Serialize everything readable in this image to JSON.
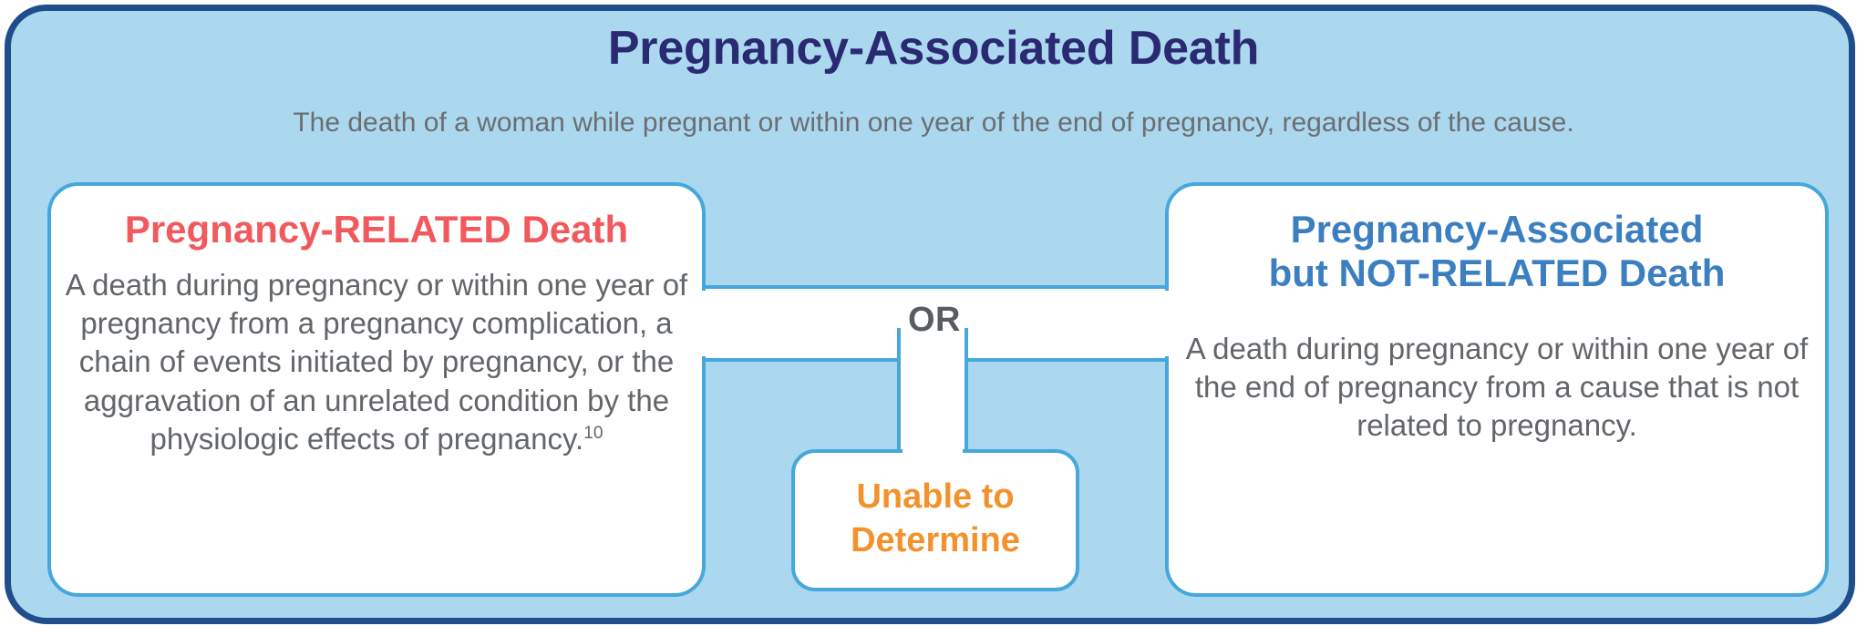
{
  "diagram": {
    "title": "Pregnancy-Associated Death",
    "subtitle": "The death of a woman while pregnant or within one year of the end of pregnancy, regardless of the cause.",
    "connector_label": "OR",
    "colors": {
      "frame_border": "#1F4E8C",
      "frame_fill": "#ACD8EF",
      "panel_border": "#45A7DC",
      "panel_fill": "#FFFFFF",
      "title_text": "#2A2A72",
      "subtitle_text": "#6A6E73",
      "body_text": "#62666B",
      "related_heading": "#F1595C",
      "not_related_heading": "#3C7FC1",
      "unable_heading": "#F3922B",
      "or_text": "#595D62"
    },
    "branches": {
      "left": {
        "heading": "Pregnancy-RELATED Death",
        "body": "A death during pregnancy or within one year of pregnancy from a pregnancy complication, a chain of events initiated by pregnancy, or the aggravation of an unrelated condition by the physiologic effects of pregnancy.",
        "footnote_marker": "10"
      },
      "center": {
        "heading_line_1": "Unable to",
        "heading_line_2": "Determine"
      },
      "right": {
        "heading_line_1": "Pregnancy-Associated",
        "heading_line_2": "but NOT-RELATED Death",
        "body": "A death during pregnancy or within one year of the end of pregnancy from a cause that is not related to pregnancy."
      }
    }
  }
}
